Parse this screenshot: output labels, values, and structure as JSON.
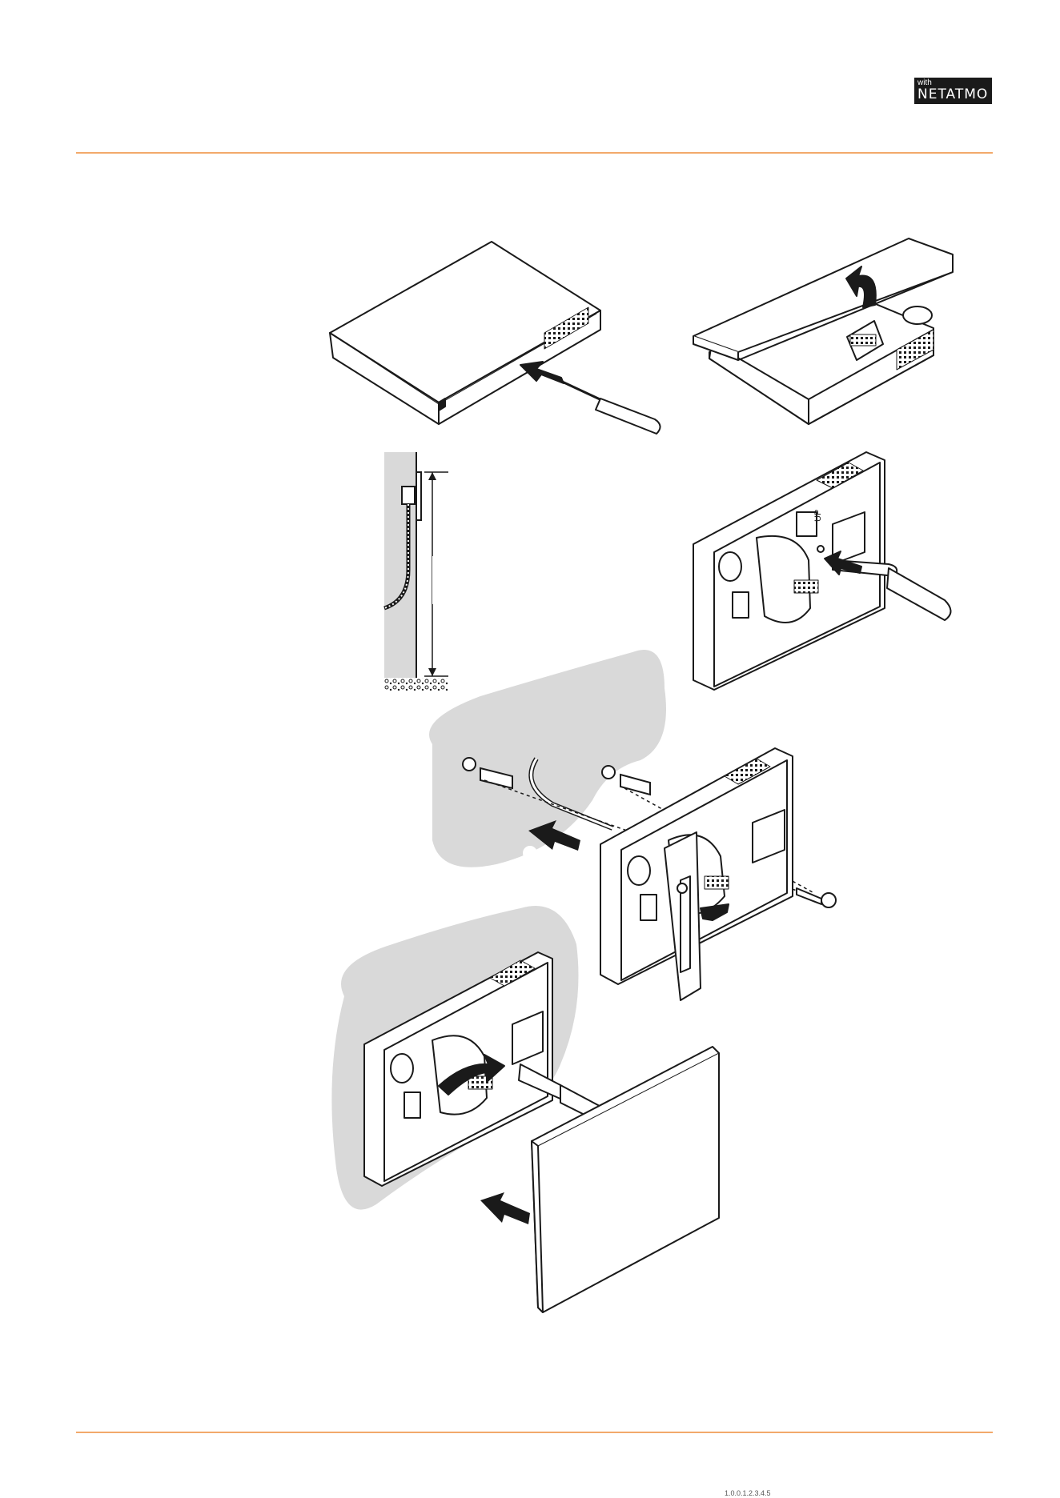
{
  "header": {
    "logo_small": "with",
    "logo_main": "NETATMO"
  },
  "colors": {
    "accent_rule": "#f2a96b",
    "wall_shade": "#d9d9d9",
    "ink": "#1a1a1a"
  },
  "illustration": {
    "steps": [
      {
        "name": "open-case-with-screwdriver"
      },
      {
        "name": "lift-front-cover"
      },
      {
        "name": "wall-mount-height-side-view"
      },
      {
        "name": "loosen-terminal-screw"
      },
      {
        "name": "fix-base-to-wall-with-plugs"
      },
      {
        "name": "attach-front-cover"
      }
    ],
    "labels": {
      "up_mark": "UP"
    }
  },
  "footer": {
    "text": "1.0.0.1.2.3.4.5"
  }
}
